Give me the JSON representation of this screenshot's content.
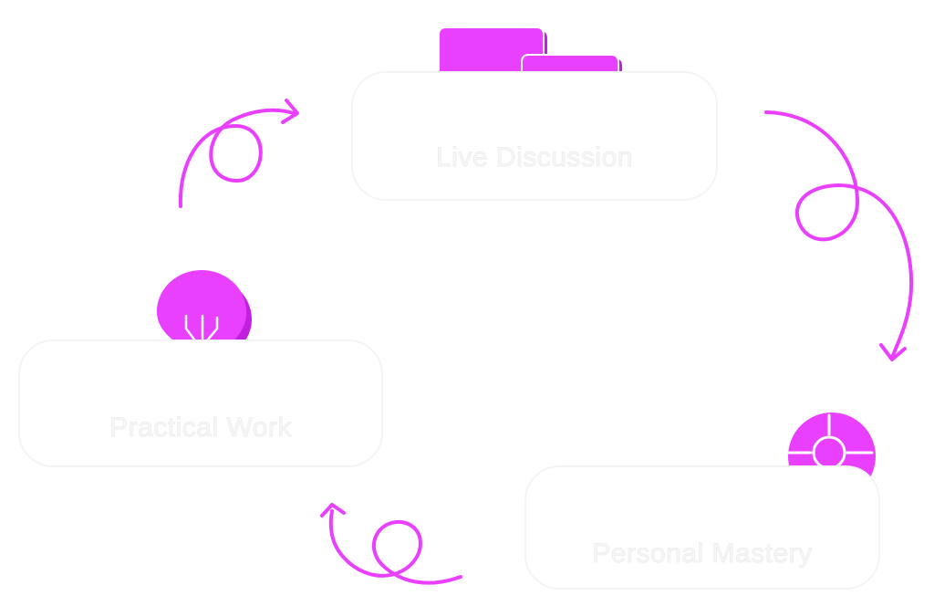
{
  "colors": {
    "accent": "#e940ff",
    "accent_shadow": "#c21fe0",
    "box_border": "#f4f4f4",
    "label_text": "#f7f7f7"
  },
  "steps": [
    {
      "id": "discussion",
      "label": "Live Discussion",
      "icon": "speech-bubbles-icon"
    },
    {
      "id": "personal",
      "label": "Personal Mastery",
      "icon": "target-icon"
    },
    {
      "id": "practical",
      "label": "Practical Work",
      "icon": "tree-icon"
    }
  ],
  "connectors": [
    {
      "from": "practical",
      "to": "discussion",
      "icon": "loop-arrow-icon"
    },
    {
      "from": "discussion",
      "to": "personal",
      "icon": "loop-arrow-icon"
    },
    {
      "from": "personal",
      "to": "practical",
      "icon": "loop-arrow-icon"
    }
  ]
}
